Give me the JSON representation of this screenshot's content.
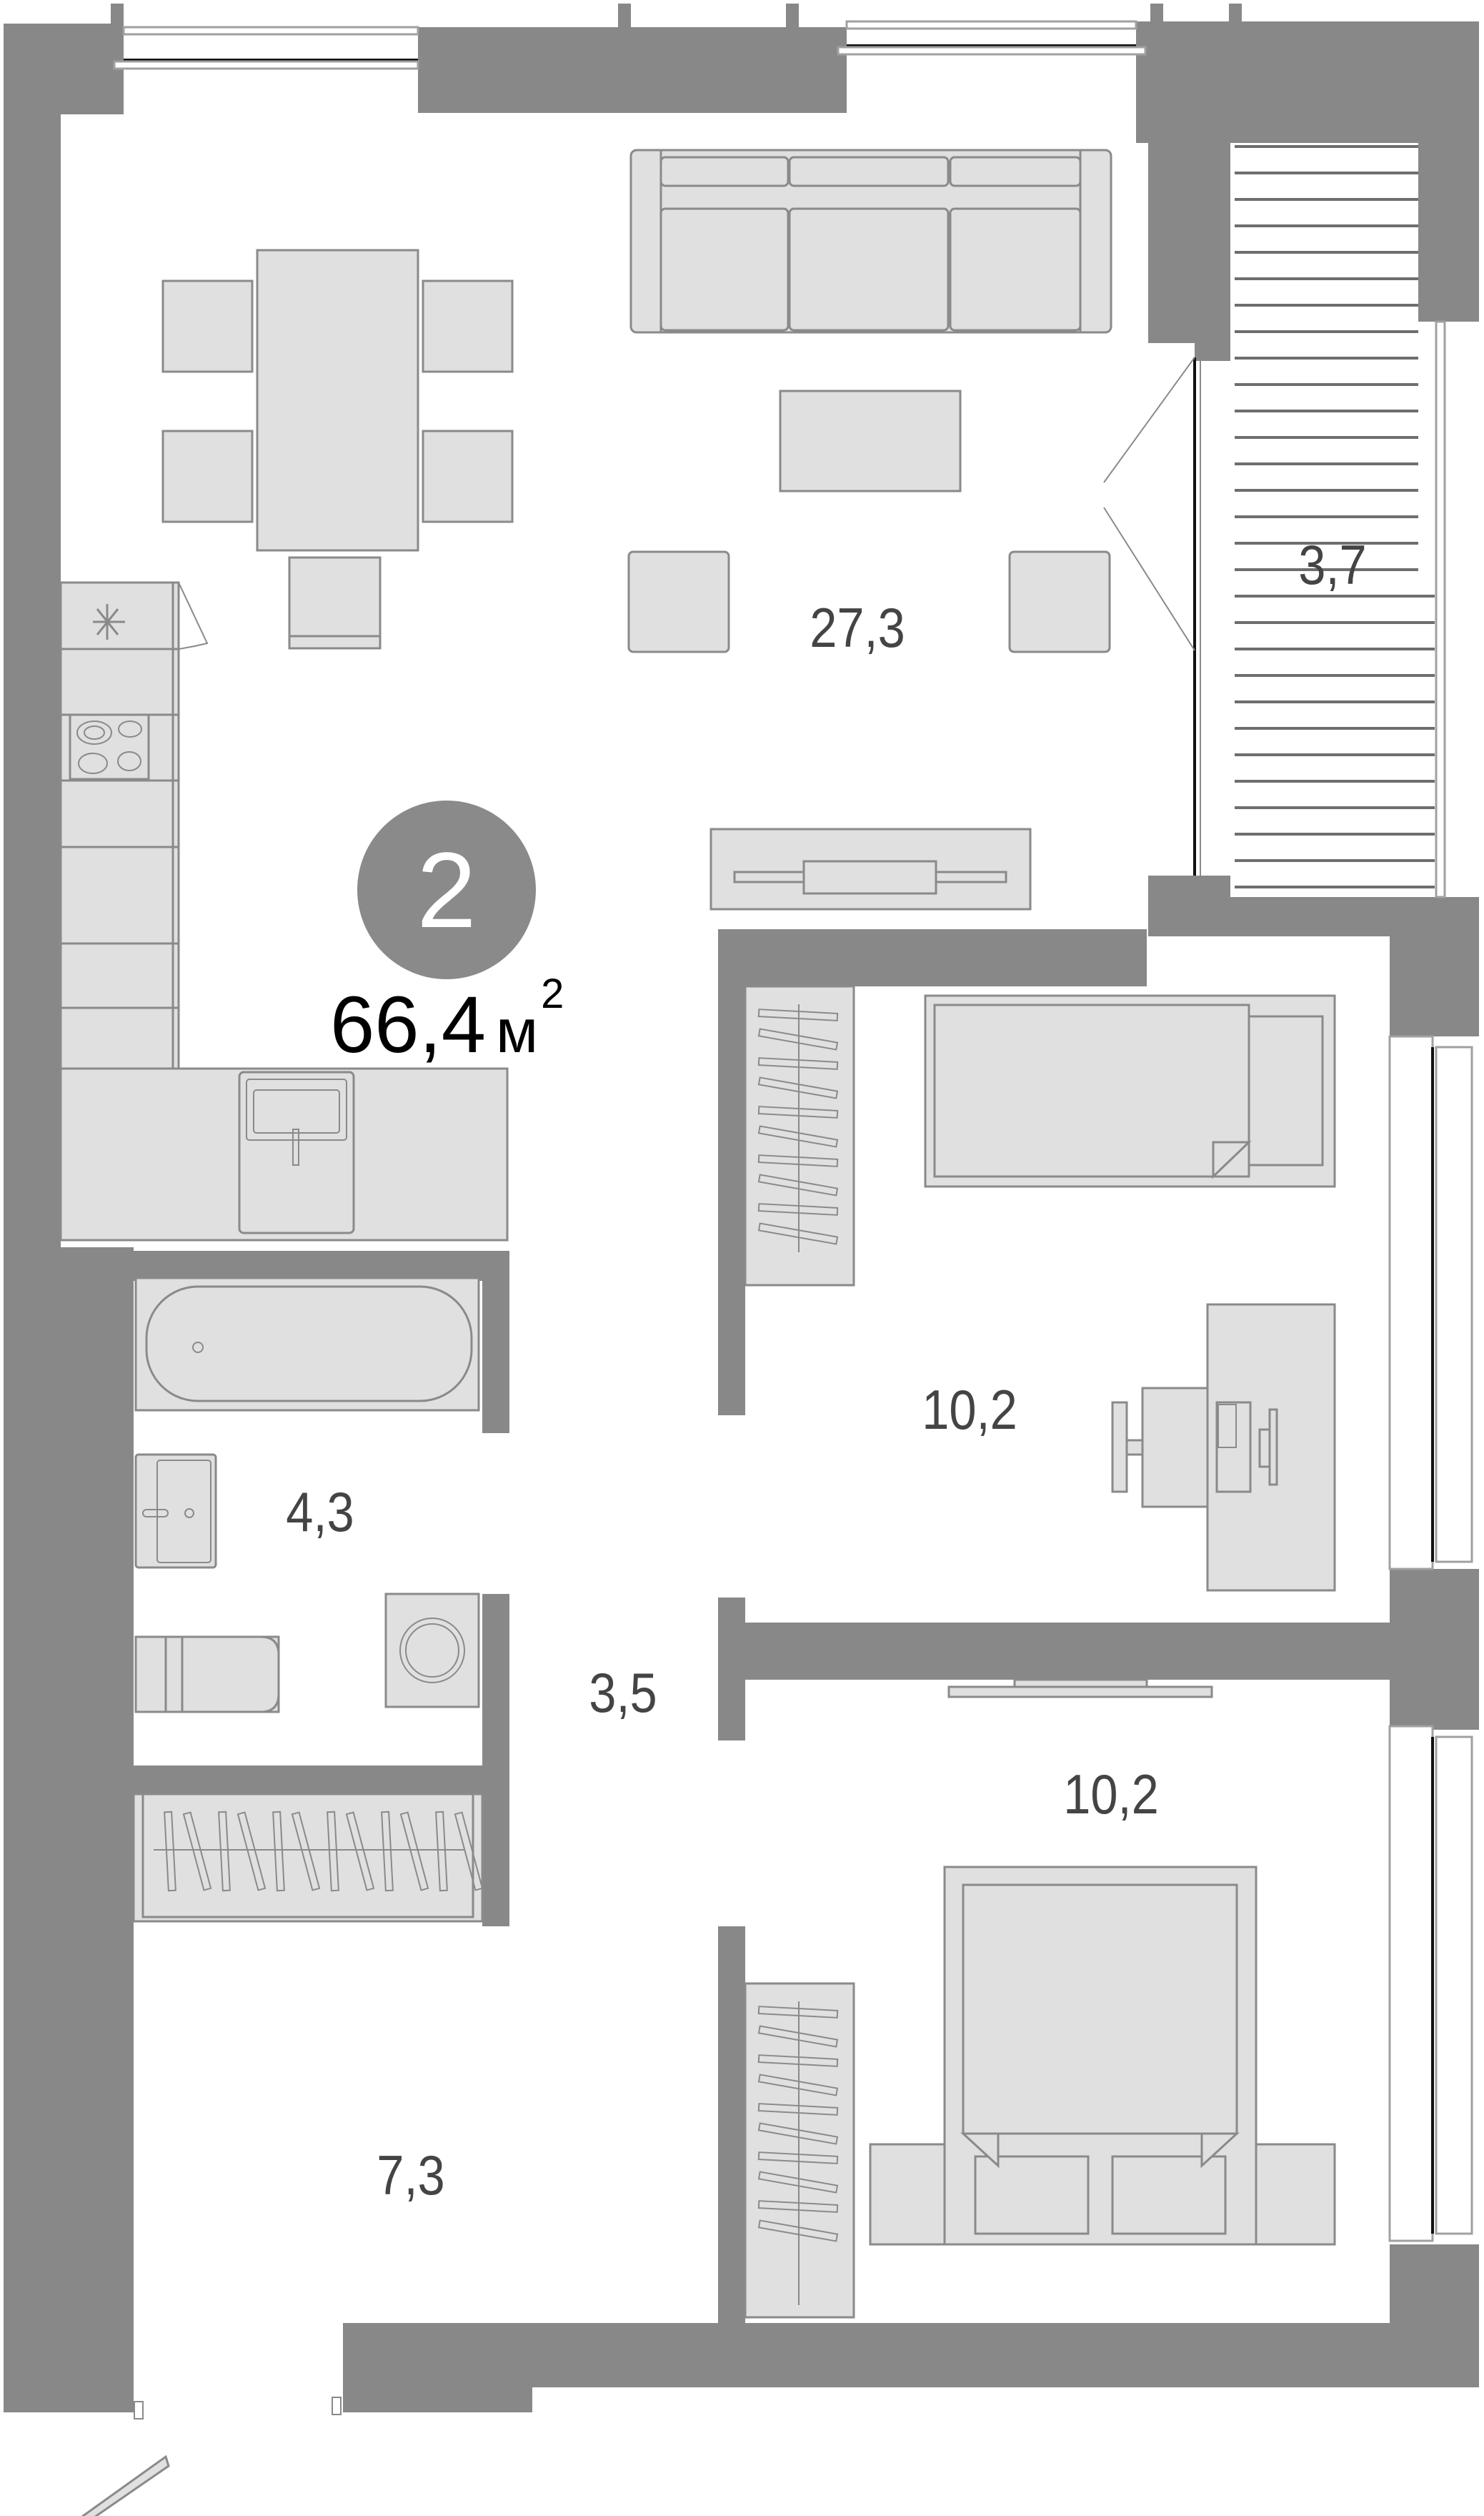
{
  "apartment": {
    "rooms_count": "2",
    "total_area": "66,4",
    "area_unit": "м",
    "area_unit_power": "2"
  },
  "colors": {
    "walls": "#888888",
    "furniture_fill": "#e0e0e0",
    "furniture_stroke": "#8a8a8a",
    "label_text": "#444444",
    "badge_fill": "#8a8a8a",
    "total_text": "#000000"
  },
  "rooms": [
    {
      "id": "living-kitchen",
      "area": "27,3"
    },
    {
      "id": "balcony",
      "area": "3,7"
    },
    {
      "id": "bedroom-1",
      "area": "10,2"
    },
    {
      "id": "bathroom",
      "area": "4,3"
    },
    {
      "id": "corridor",
      "area": "3,5"
    },
    {
      "id": "bedroom-2",
      "area": "10,2"
    },
    {
      "id": "hallway",
      "area": "7,3"
    }
  ],
  "icons": {
    "fridge": "asterisk-fridge-icon",
    "stove": "four-burner-stove-icon",
    "sink": "kitchen-sink-icon",
    "bathtub": "bathtub-icon",
    "washbasin": "washbasin-icon",
    "toilet": "toilet-icon",
    "washer": "washing-machine-icon",
    "wardrobe": "wardrobe-hangers-icon",
    "bed": "bed-icon",
    "desk": "desk-computer-icon",
    "sofa": "sofa-icon",
    "tv": "tv-stand-icon"
  }
}
